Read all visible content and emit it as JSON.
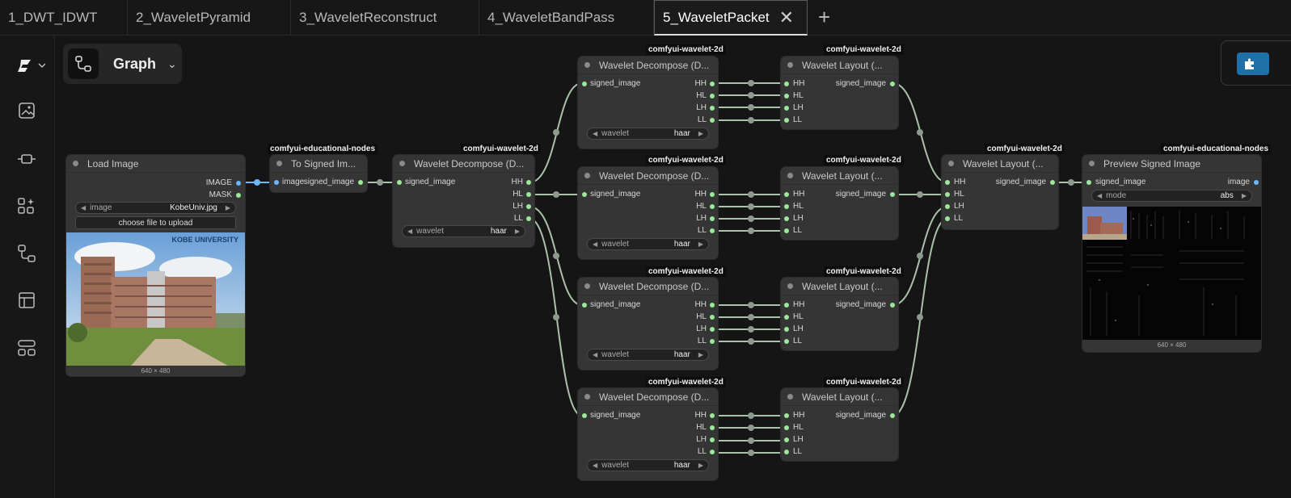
{
  "tabs": [
    {
      "label": "1_DWT_IDWT"
    },
    {
      "label": "2_WaveletPyramid"
    },
    {
      "label": "3_WaveletReconstruct"
    },
    {
      "label": "4_WaveletBandPass"
    },
    {
      "label": "5_WaveletPacket",
      "active": true
    }
  ],
  "toolbar": {
    "graph_label": "Graph"
  },
  "load_image": {
    "title": "Load Image",
    "outputs": [
      "IMAGE",
      "MASK"
    ],
    "image_widget_label": "image",
    "image_widget_value": "KobeUniv.jpg",
    "upload_label": "choose file to upload",
    "dims": "640 × 480",
    "photo_logo_text": "KOBE UNIVERSITY"
  },
  "signed": {
    "badge": "comfyui-educational-nodes",
    "title": "To Signed Im...",
    "input": "image",
    "output": "signed_image"
  },
  "decompose_main": {
    "badge": "comfyui-wavelet-2d",
    "title": "Wavelet Decompose (D...",
    "input": "signed_image",
    "outputs": [
      "HH",
      "HL",
      "LH",
      "LL"
    ],
    "widget_label": "wavelet",
    "widget_value": "haar"
  },
  "decompose_sub": [
    {
      "badge": "comfyui-wavelet-2d",
      "title": "Wavelet Decompose (D...",
      "input": "signed_image",
      "outputs": [
        "HH",
        "HL",
        "LH",
        "LL"
      ],
      "widget_label": "wavelet",
      "widget_value": "haar"
    },
    {
      "badge": "comfyui-wavelet-2d",
      "title": "Wavelet Decompose (D...",
      "input": "signed_image",
      "outputs": [
        "HH",
        "HL",
        "LH",
        "LL"
      ],
      "widget_label": "wavelet",
      "widget_value": "haar"
    },
    {
      "badge": "comfyui-wavelet-2d",
      "title": "Wavelet Decompose (D...",
      "input": "signed_image",
      "outputs": [
        "HH",
        "HL",
        "LH",
        "LL"
      ],
      "widget_label": "wavelet",
      "widget_value": "haar"
    },
    {
      "badge": "comfyui-wavelet-2d",
      "title": "Wavelet Decompose (D...",
      "input": "signed_image",
      "outputs": [
        "HH",
        "HL",
        "LH",
        "LL"
      ],
      "widget_label": "wavelet",
      "widget_value": "haar"
    }
  ],
  "layout_sub": [
    {
      "badge": "comfyui-wavelet-2d",
      "title": "Wavelet Layout (...",
      "inputs": [
        "HH",
        "HL",
        "LH",
        "LL"
      ],
      "output": "signed_image"
    },
    {
      "badge": "comfyui-wavelet-2d",
      "title": "Wavelet Layout (...",
      "inputs": [
        "HH",
        "HL",
        "LH",
        "LL"
      ],
      "output": "signed_image"
    },
    {
      "badge": "comfyui-wavelet-2d",
      "title": "Wavelet Layout (...",
      "inputs": [
        "HH",
        "HL",
        "LH",
        "LL"
      ],
      "output": "signed_image"
    },
    {
      "badge": "comfyui-wavelet-2d",
      "title": "Wavelet Layout (...",
      "inputs": [
        "HH",
        "HL",
        "LH",
        "LL"
      ],
      "output": "signed_image"
    }
  ],
  "layout_main": {
    "badge": "comfyui-wavelet-2d",
    "title": "Wavelet Layout (...",
    "inputs": [
      "HH",
      "HL",
      "LH",
      "LL"
    ],
    "output": "signed_image"
  },
  "preview": {
    "badge": "comfyui-educational-nodes",
    "title": "Preview Signed Image",
    "input": "signed_image",
    "output": "image",
    "widget_label": "mode",
    "widget_value": "abs",
    "dims": "640 × 480"
  },
  "colors": {
    "pin_green": "#9be89b",
    "pin_blue": "#69b8ff",
    "wire": "#a9c2a9",
    "accent": "#1f6fa8"
  },
  "rail_icons": [
    "comfy-logo-icon",
    "image-gallery-icon",
    "node-library-icon",
    "model-library-icon",
    "workflow-icon",
    "templates-icon",
    "queue-icon"
  ]
}
